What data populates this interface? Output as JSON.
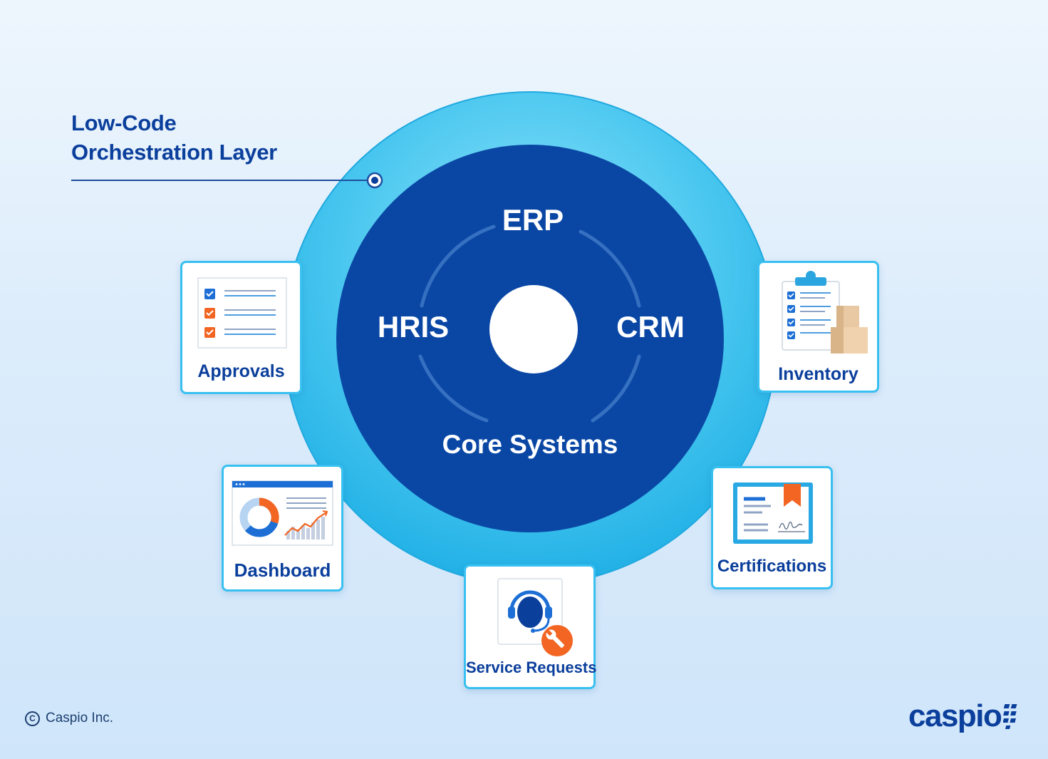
{
  "header": {
    "layer_title_line1": "Low-Code",
    "layer_title_line2": "Orchestration Layer"
  },
  "core": {
    "title": "Core Systems",
    "systems": [
      "ERP",
      "HRIS",
      "CRM"
    ]
  },
  "apps": [
    {
      "label": "Approvals",
      "icon": "checklist-icon"
    },
    {
      "label": "Inventory",
      "icon": "clipboard-boxes-icon"
    },
    {
      "label": "Dashboard",
      "icon": "dashboard-chart-icon"
    },
    {
      "label": "Certifications",
      "icon": "certificate-icon"
    },
    {
      "label": "Service Requests",
      "icon": "headset-wrench-icon"
    }
  ],
  "footer": {
    "copyright": "Caspio Inc.",
    "logo": "caspio"
  },
  "colors": {
    "outer_ring": "#5fd3f3",
    "core": "#0a47a5",
    "accent_text": "#0b3f9c",
    "card_border": "#38c0f0",
    "orange": "#f26522"
  }
}
